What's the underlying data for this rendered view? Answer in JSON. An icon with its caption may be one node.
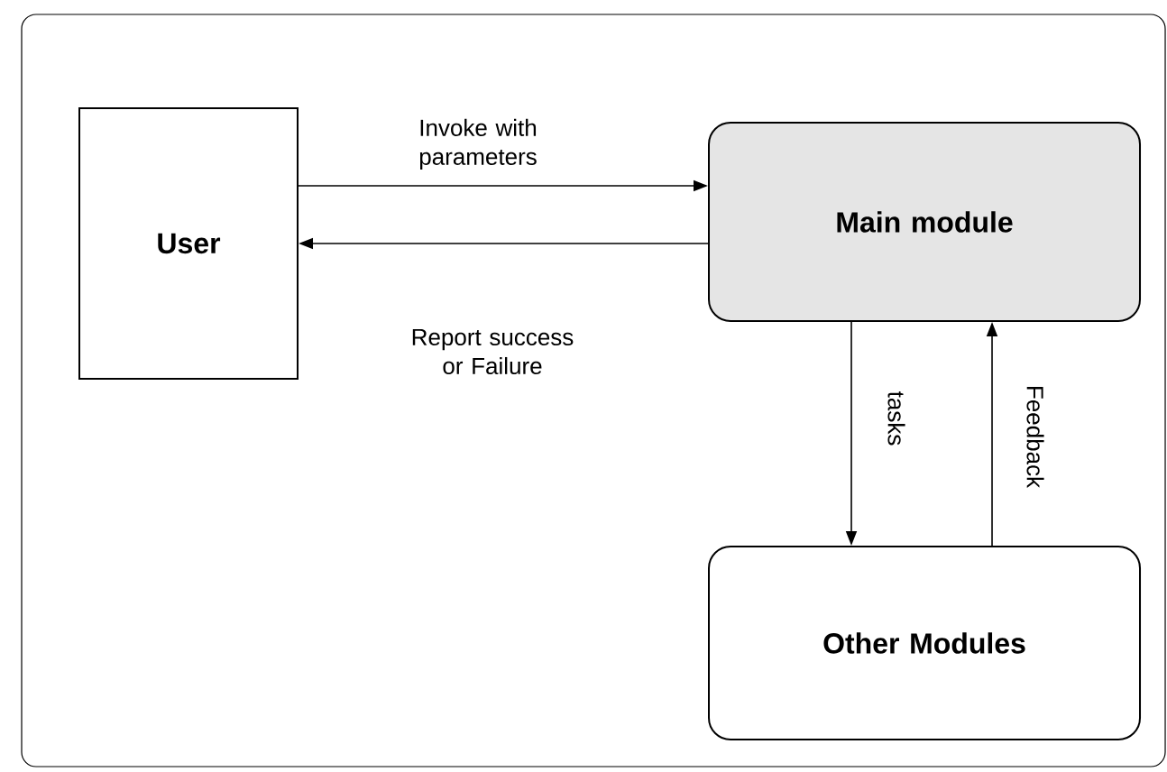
{
  "diagram": {
    "nodes": [
      {
        "text": [
          "User"
        ]
      },
      {
        "text": [
          "Main module"
        ]
      },
      {
        "text": [
          "Other Modules"
        ]
      }
    ],
    "edges": [
      {
        "from": 0,
        "to": 1,
        "arrow": "to",
        "label": "Invoke with parameters"
      },
      {
        "from": 1,
        "to": 0,
        "arrow": "to",
        "label": "Report success or Failure"
      },
      {
        "from": 1,
        "to": 2,
        "arrow": "to",
        "label": "tasks"
      },
      {
        "from": 2,
        "to": 1,
        "arrow": "to",
        "label": "Feedback"
      }
    ]
  }
}
